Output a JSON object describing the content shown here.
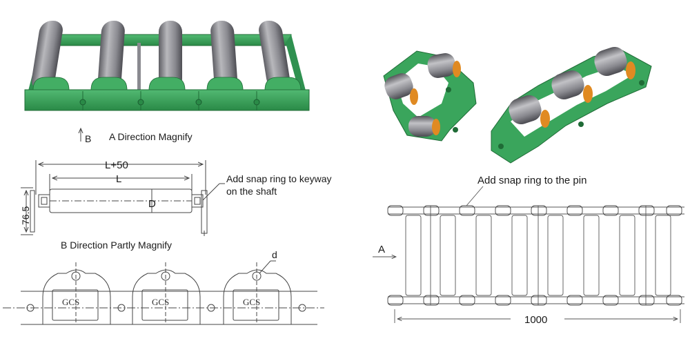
{
  "colors": {
    "chain_green": "#3aa55c",
    "chain_green_dark": "#237a3e",
    "roller_grey": "#7e7e84",
    "roller_grey_light": "#b8b8bc",
    "bearing_orange": "#e08a22",
    "line": "#444444"
  },
  "top_left": {
    "view_arrow_label": "B",
    "caption": "A Direction Magnify"
  },
  "b_view": {
    "dim_overall": "L+50",
    "dim_length": "L",
    "dim_diameter": "D",
    "dim_height": "76.5",
    "note_line1": "Add snap ring to keyway",
    "note_line2": "on the shaft",
    "caption": "B Direction Partly Magnify"
  },
  "side_view": {
    "pin_label": "d",
    "plate_labels": [
      "GCS",
      "GCS",
      "GCS"
    ]
  },
  "top_view": {
    "note": "Add snap ring to the pin",
    "direction_label": "A",
    "pitch_dim": "1000"
  },
  "icons": [
    "arrow-up-icon",
    "arrow-right-icon"
  ]
}
